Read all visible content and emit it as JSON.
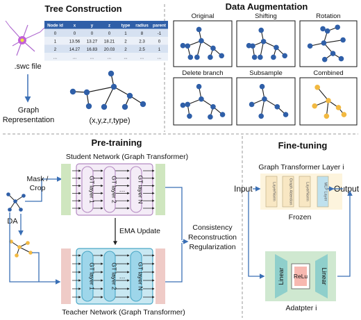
{
  "tree_construction": {
    "title": "Tree Construction",
    "file_label": ".swc file",
    "graph_label_1": "Graph",
    "graph_label_2": "Representation",
    "node_features": "(x,y,z,r,type)",
    "table": {
      "headers": [
        "Node id",
        "x",
        "y",
        "z",
        "type",
        "radius",
        "parent"
      ],
      "rows": [
        [
          "0",
          "0",
          "0",
          "0",
          "1",
          "8",
          "-1"
        ],
        [
          "1",
          "13.56",
          "13.27",
          "18.21",
          "2",
          "2.3",
          "0"
        ],
        [
          "2",
          "14.27",
          "16.83",
          "20.03",
          "2",
          "2.5",
          "1"
        ],
        [
          "...",
          "...",
          "...",
          "...",
          "...",
          "...",
          "..."
        ]
      ]
    }
  },
  "data_augmentation": {
    "title": "Data Augmentation",
    "panels": [
      "Original",
      "Shifting",
      "Rotation",
      "Delete branch",
      "Subsample",
      "Combined"
    ]
  },
  "pretraining": {
    "title": "Pre-training",
    "student_label": "Student Network (Graph Transformer)",
    "teacher_label": "Teacher Network (Graph Transformer)",
    "layers": [
      "GT layer 1",
      "GT layer 2",
      "GT layer N"
    ],
    "mask_crop_1": "Mask /",
    "mask_crop_2": "Crop",
    "da_label": "DA",
    "ema_label": "EMA Update",
    "loss_1": "Consistency",
    "loss_2": "Reconstruction",
    "loss_3": "Regularization"
  },
  "finetuning": {
    "title": "Fine-tuning",
    "layer_title": "Graph Transformer Layer i",
    "input_label": "Input",
    "output_label": "Output",
    "frozen_label": "Frozen",
    "adapter_label": "Adatpter i",
    "sublayers": [
      "LayerNorm",
      "Graph Attention",
      "LayerNorm",
      "MLP Layer"
    ],
    "linear_label": "Linear",
    "relu_label": "ReLu"
  },
  "colors": {
    "node_blue": "#2f5fa8",
    "node_yellow": "#f2b941",
    "arrow_blue": "#3a6fb5",
    "student_fill": "#f1e6f5",
    "student_stroke": "#b48ac2",
    "teacher_fill": "#c9e8f2",
    "teacher_stroke": "#4aa7c6",
    "side_green": "#cfe6bf",
    "side_pink": "#efcbc7"
  }
}
